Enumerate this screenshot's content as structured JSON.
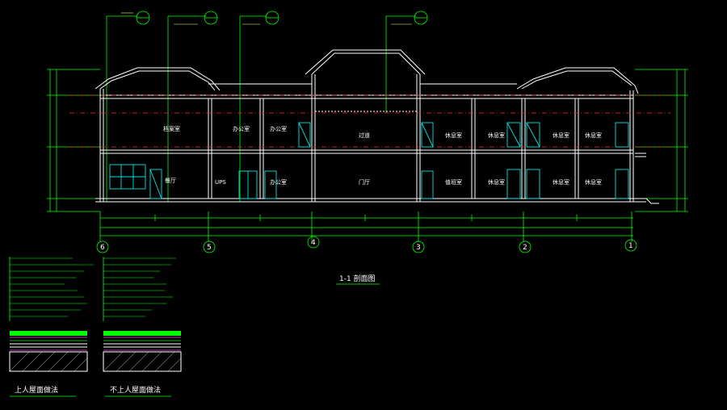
{
  "rooms": {
    "upper": [
      "档案室",
      "办公室",
      "办公室",
      "过道",
      "休息室",
      "休息室",
      "休息室",
      "休息室"
    ],
    "lower": [
      "餐厅",
      "UPS",
      "办公室",
      "门厅",
      "值班室",
      "休息室",
      "休息室",
      "休息室"
    ]
  },
  "axes": [
    "6",
    "5",
    "4",
    "3",
    "2",
    "1"
  ],
  "drawing_title": "1-1 剖面图",
  "roof_details": {
    "left_title": "上人屋面做法",
    "right_title": "不上人屋面做法",
    "left_lines": 9,
    "right_lines": 9
  },
  "colors": {
    "background": "#000000",
    "building": "#ffffff",
    "dimension": "#00ff00",
    "axis": "#ff2a2a",
    "window": "#00e5e5"
  }
}
